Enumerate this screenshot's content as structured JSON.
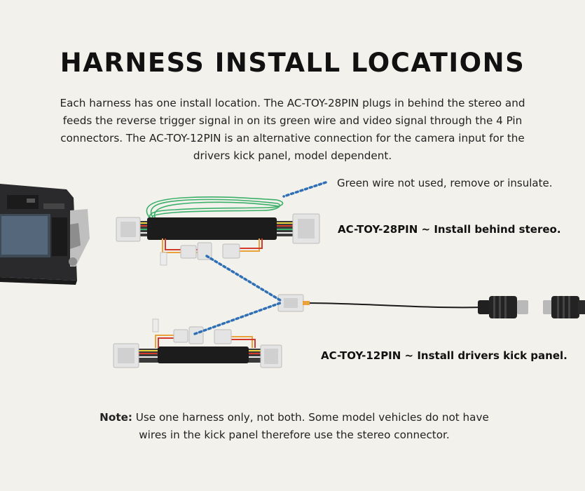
{
  "title": "HARNESS INSTALL LOCATIONS",
  "intro": "Each harness has one install location. The AC-TOY-28PIN plugs in behind the stereo and feeds the reverse trigger signal in on its green wire and video signal through the 4 Pin connectors. The AC-TOY-12PIN is an alternative connection for the camera input for the drivers kick panel, model dependent.",
  "labels": {
    "green_wire": "Green wire not used, remove or insulate.",
    "pin28": "AC-TOY-28PIN ~ Install behind stereo.",
    "pin12": "AC-TOY-12PIN ~ Install drivers kick panel."
  },
  "note": {
    "prefix": "Note:",
    "text": " Use one harness only, not both. Some model vehicles do not have wires in the kick panel therefore use the stereo connector."
  },
  "colors": {
    "background": "#f3f1ec",
    "dotted_line": "#2f6fb5",
    "green_wire": "#3bb06a",
    "connector": "#e4e4e4",
    "harness_body": "#1c1c1c"
  }
}
